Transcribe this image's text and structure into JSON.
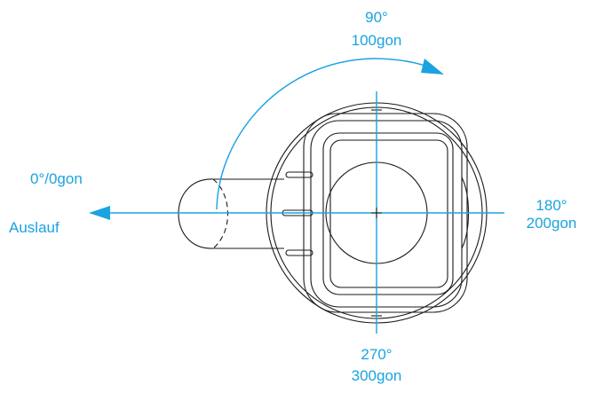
{
  "colors": {
    "annotation": "#1aa3e0",
    "drawing": "#1a1a1a",
    "background": "#ffffff"
  },
  "labels": {
    "top_deg": "90°",
    "top_gon": "100gon",
    "left_deg": "0°/0gon",
    "left_outlet": "Auslauf",
    "right_deg": "180°",
    "right_gon": "200gon",
    "bottom_deg": "270°",
    "bottom_gon": "300gon"
  }
}
